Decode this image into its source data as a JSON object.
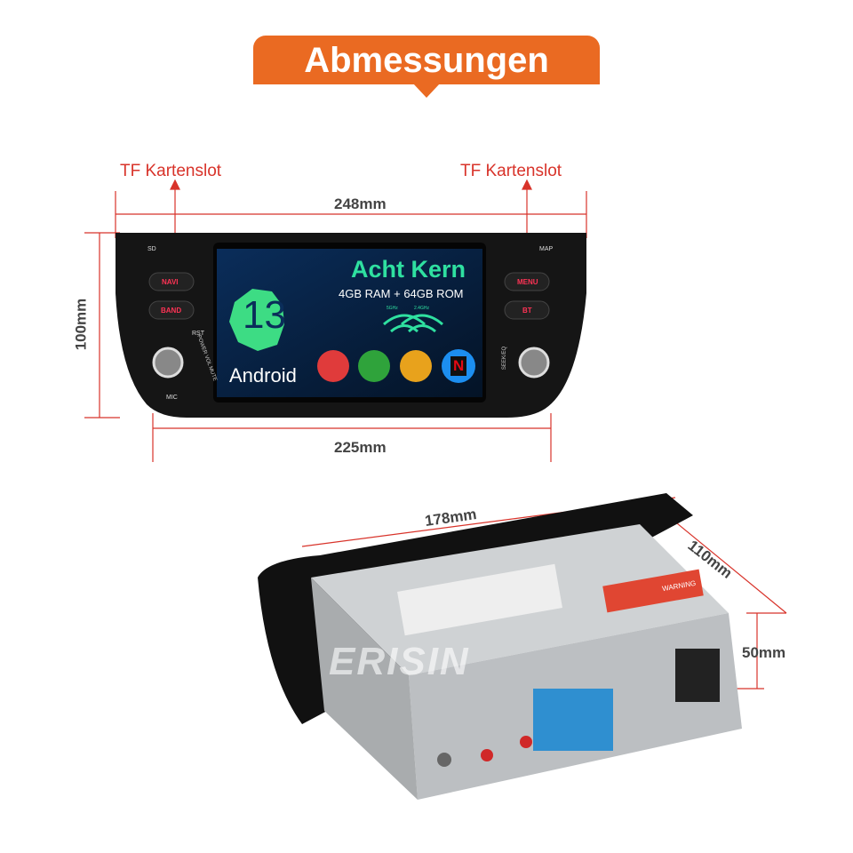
{
  "banner": {
    "title": "Abmessungen",
    "color": "#ea6a22"
  },
  "front": {
    "left_slot_label": "TF Kartenslot",
    "right_slot_label": "TF Kartenslot",
    "width_top": "248mm",
    "height": "100mm",
    "width_bottom": "225mm",
    "buttons_left": [
      "SD",
      "NAVI",
      "BAND",
      "RST",
      "POWER VOL MUTE",
      "MIC"
    ],
    "buttons_right": [
      "MAP",
      "MENU",
      "BT",
      "SEEK/EQ"
    ],
    "screen": {
      "headline": "Acht Kern",
      "memory": "4GB RAM + 64GB ROM",
      "wifi_5": "5GHz",
      "wifi_24": "2.4GHz",
      "android_version": "13",
      "android_label": "Android",
      "apps": [
        "safari-icon",
        "spotify-icon",
        "carplay-icon",
        "netflix-icon"
      ],
      "netflix_letter": "N"
    }
  },
  "back": {
    "depth_label": "178mm",
    "depth2_label": "110mm",
    "height_label": "50mm",
    "watermark": "ERISIN",
    "warning": "WARNING"
  },
  "colors": {
    "accent": "#d8332a",
    "headline": "#2fe0a0",
    "android_badge": "#3ddc84"
  }
}
